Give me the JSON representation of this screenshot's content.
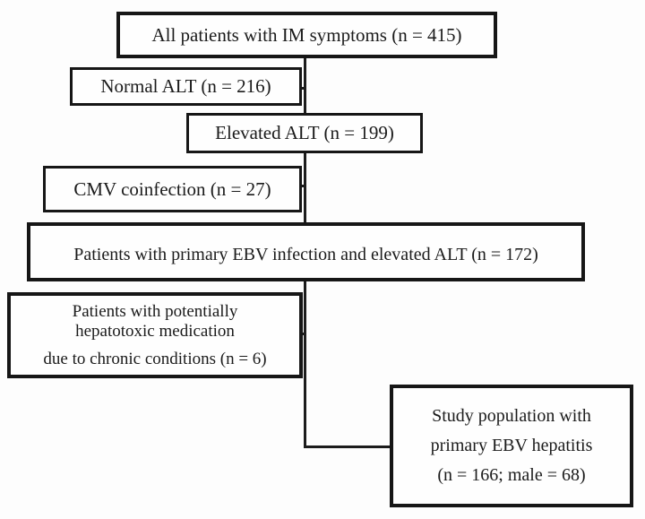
{
  "diagram": {
    "type": "flowchart",
    "background_color": "#fdfdfd",
    "line_color": "#1c1c1c",
    "border_color": "#161616",
    "text_color": "#1b1b1b",
    "nodes": [
      {
        "id": "all-patients",
        "label": "All patients with IM symptoms (n = 415)"
      },
      {
        "id": "normal-alt",
        "label": "Normal ALT (n = 216)"
      },
      {
        "id": "elevated-alt",
        "label": "Elevated ALT (n = 199)"
      },
      {
        "id": "cmv-coinfection",
        "label": "CMV coinfection (n = 27)"
      },
      {
        "id": "primary-ebv",
        "label": "Patients with primary EBV infection and elevated ALT (n = 172)"
      },
      {
        "id": "hepatotoxic",
        "lines": [
          "Patients with potentially",
          "hepatotoxic medication",
          "due to chronic conditions (n = 6)"
        ]
      },
      {
        "id": "study-population",
        "lines": [
          "Study population with",
          "primary EBV hepatitis",
          "(n = 166; male = 68)"
        ]
      }
    ],
    "edges": [
      {
        "from": "all-patients",
        "to": "elevated-alt",
        "via": "vertical-spine"
      },
      {
        "from": "all-patients",
        "to": "normal-alt",
        "via": "side-stub"
      },
      {
        "from": "elevated-alt",
        "to": "primary-ebv",
        "via": "vertical-spine"
      },
      {
        "from": "elevated-alt",
        "to": "cmv-coinfection",
        "via": "side-stub"
      },
      {
        "from": "primary-ebv",
        "to": "study-population",
        "via": "vertical-spine-elbow"
      },
      {
        "from": "primary-ebv",
        "to": "hepatotoxic",
        "via": "side-stub"
      }
    ]
  }
}
